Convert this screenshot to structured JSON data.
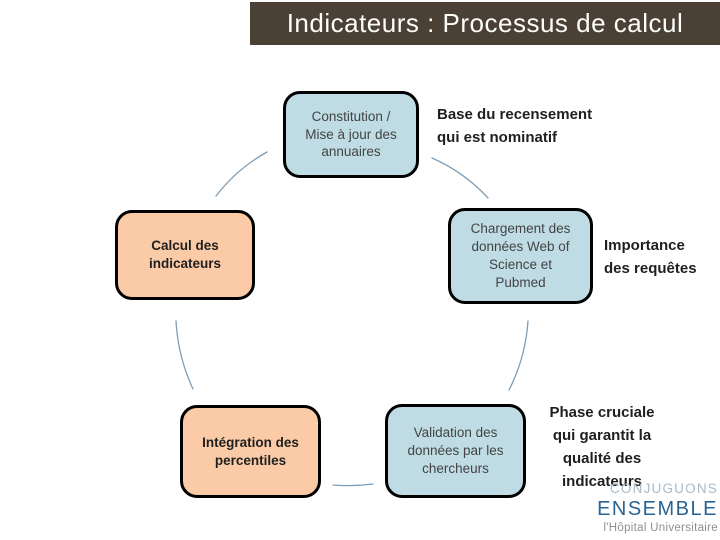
{
  "title": "Indicateurs : Processus de calcul",
  "colors": {
    "title_bar": "#4B4036",
    "title_text": "#FDFDF8",
    "box_blue": "#BFDCE5",
    "box_orange": "#FACBA6",
    "box_border": "#000000",
    "arc": "#7E9DB5",
    "note_text": "#1F1F1F",
    "logo_top": "#A7BBCB",
    "logo_main": "#2A6496",
    "logo_sub": "#8F8F8F"
  },
  "cycle": {
    "boxes": [
      {
        "label": "Constitution /\nMise à jour des\nannuaires",
        "color": "blue"
      },
      {
        "label": "Calcul des\nindicateurs",
        "color": "orange"
      },
      {
        "label": "Chargement des\ndonnées Web of\nScience et\nPubmed",
        "color": "blue"
      },
      {
        "label": "Intégration des\npercentiles",
        "color": "orange"
      },
      {
        "label": "Validation des\ndonnées par les\nchercheurs",
        "color": "blue"
      }
    ]
  },
  "notes": [
    {
      "text": "Base du recensement\nqui est nominatif"
    },
    {
      "text": "Importance\ndes requêtes"
    },
    {
      "text": "Phase cruciale\nqui garantit la\nqualité des\nindicateurs"
    }
  ],
  "logo": {
    "line1": "CONJUGUONS",
    "line2": "ENSEMBLE",
    "line3": "l'Hôpital Universitaire"
  }
}
